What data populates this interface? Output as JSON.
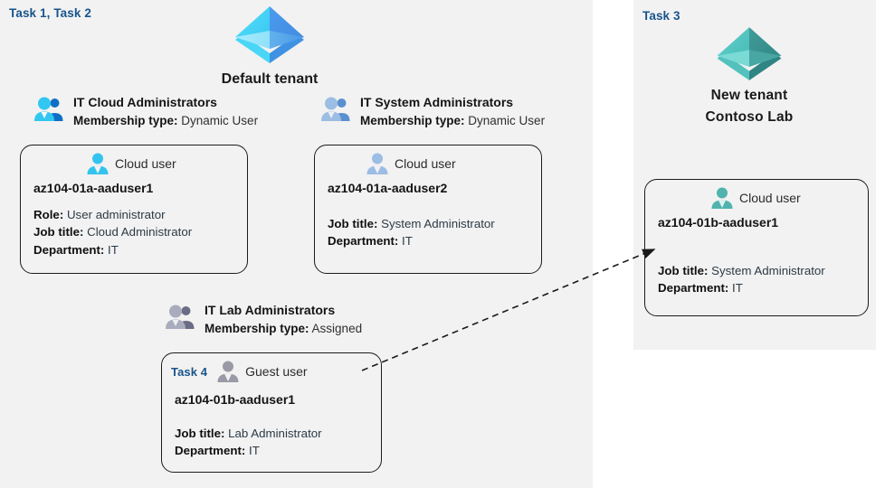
{
  "panels": {
    "default": {
      "task_label": "Task 1, Task 2"
    },
    "new": {
      "task_label": "Task 3"
    }
  },
  "tenants": [
    {
      "id": "default-tenant",
      "icon": "azure-ad-tenant-icon",
      "name_line1": "Default tenant",
      "name_line2": "",
      "color": "#3fb9f0"
    },
    {
      "id": "new-tenant",
      "icon": "azure-ad-tenant-icon",
      "name_line1": "New  tenant",
      "name_line2": "Contoso Lab",
      "color": "#4cb9b4"
    }
  ],
  "groups": [
    {
      "id": "it-cloud-administrators",
      "icon": "group-users-icon",
      "name": "IT Cloud Administrators",
      "membership_label": "Membership type:",
      "membership_value": "Dynamic User"
    },
    {
      "id": "it-system-administrators",
      "icon": "group-users-icon",
      "name": "IT System Administrators",
      "membership_label": "Membership type:",
      "membership_value": "Dynamic User"
    },
    {
      "id": "it-lab-administrators",
      "icon": "group-users-icon",
      "name": "IT Lab Administrators",
      "membership_label": "Membership type:",
      "membership_value": "Assigned"
    }
  ],
  "users": [
    {
      "id": "az104-01a-aaduser1",
      "task_tag": "",
      "user_type": "Cloud user",
      "icon": "cloud-user-icon",
      "upn": "az104-01a-aaduser1",
      "attributes": [
        {
          "label": "Role:",
          "value": "User administrator"
        },
        {
          "label": "Job title:",
          "value": "Cloud Administrator"
        },
        {
          "label": "Department:",
          "value": "IT"
        }
      ]
    },
    {
      "id": "az104-01a-aaduser2",
      "task_tag": "",
      "user_type": "Cloud user",
      "icon": "cloud-user-icon",
      "upn": "az104-01a-aaduser2",
      "attributes": [
        {
          "label": "Job title:",
          "value": "System Administrator"
        },
        {
          "label": "Department:",
          "value": "IT"
        }
      ]
    },
    {
      "id": "az104-01b-aaduser1-new-tenant",
      "task_tag": "",
      "user_type": "Cloud user",
      "icon": "cloud-user-icon",
      "upn": "az104-01b-aaduser1",
      "attributes": [
        {
          "label": "Job title:",
          "value": "System Administrator"
        },
        {
          "label": "Department:",
          "value": "IT"
        }
      ]
    },
    {
      "id": "az104-01b-aaduser1-guest",
      "task_tag": "Task 4",
      "user_type": "Guest user",
      "icon": "guest-user-icon",
      "upn": "az104-01b-aaduser1",
      "attributes": [
        {
          "label": "Job title:",
          "value": "Lab Administrator"
        },
        {
          "label": "Department:",
          "value": "IT"
        }
      ]
    }
  ],
  "connector": {
    "name": "guest-invitation-arrow",
    "style": "dashed",
    "direction": "from-guest-user-to-new-tenant-user"
  },
  "colors": {
    "task_text": "#18548c",
    "panel_bg": "#f2f2f2",
    "page_bg": "#ffffff",
    "card_border": "#1c1c1c",
    "tenant_blue": "#3fb9f0",
    "tenant_teal": "#4cb9b4",
    "guest_gray": "#9a9aa6"
  }
}
